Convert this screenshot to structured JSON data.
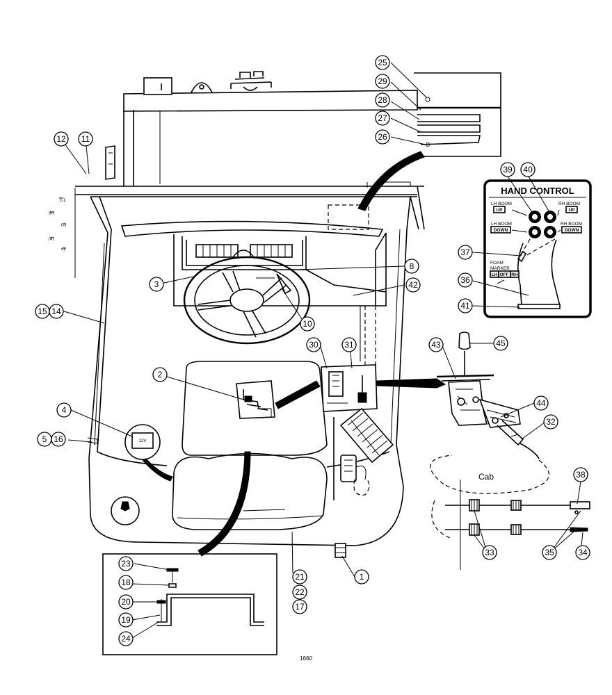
{
  "drawing_number": "1660",
  "hand_control_panel": {
    "title": "HAND CONTROL",
    "lh_boom_up": "LH BOOM",
    "lh_up": "UP",
    "rh_boom_up": "RH BOOM",
    "rh_up": "UP",
    "lh_boom_down": "LH BOOM",
    "lh_down": "DOWN",
    "rh_boom_down": "RH BOOM",
    "rh_down": "DOWN",
    "foam_marker_1": "FOAM",
    "foam_marker_2": "MARKER",
    "foam_lh": "LH",
    "foam_off": "OFF",
    "foam_rh": "RH"
  },
  "cable_label": "Cab",
  "callouts": [
    "1",
    "2",
    "3",
    "4",
    "5",
    "8",
    "10",
    "11",
    "12",
    "14",
    "15",
    "16",
    "17",
    "18",
    "19",
    "20",
    "21",
    "22",
    "23",
    "24",
    "25",
    "26",
    "27",
    "28",
    "29",
    "30",
    "31",
    "32",
    "33",
    "34",
    "35",
    "36",
    "37",
    "38",
    "39",
    "40",
    "41",
    "42",
    "43",
    "44",
    "45"
  ]
}
